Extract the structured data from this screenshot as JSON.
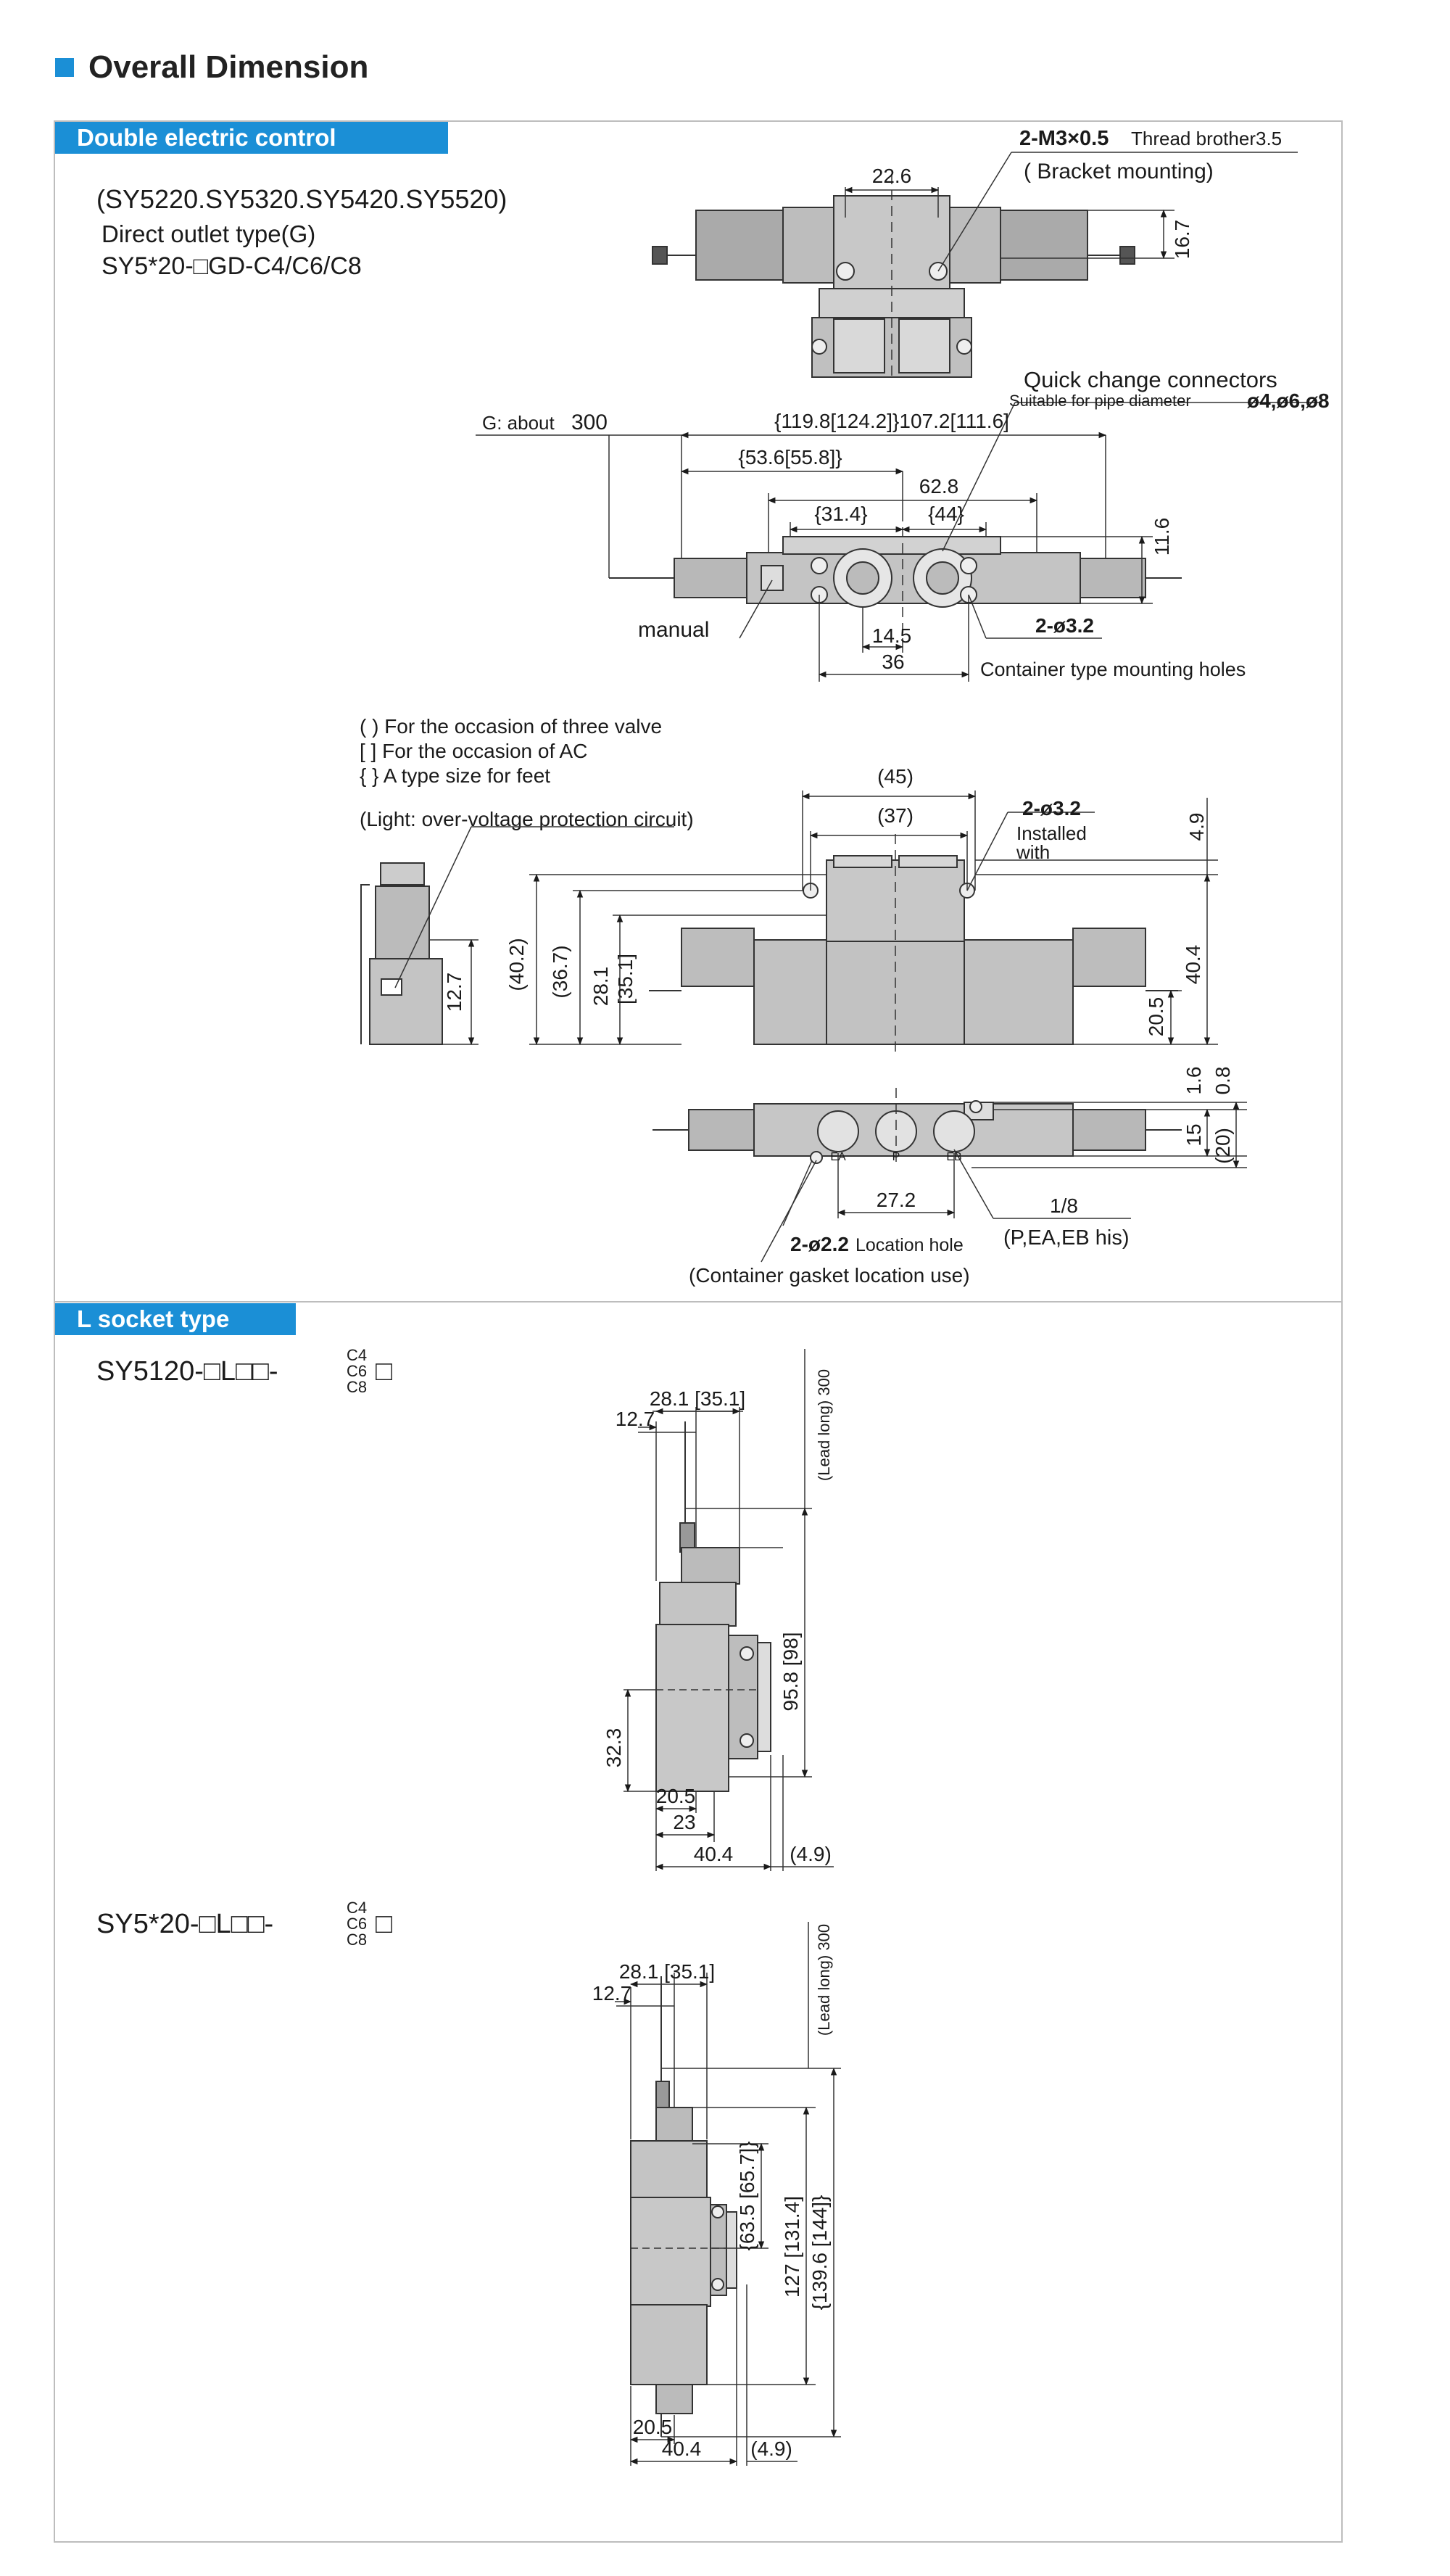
{
  "title": "Overall Dimension",
  "sections": {
    "double": {
      "label": "Double electric control",
      "models": "(SY5220.SY5320.SY5420.SY5520)",
      "type": "Direct outlet type(G)",
      "code": "SY5*20-□GD-C4/C6/C8"
    },
    "lsocket": {
      "label": "L socket type",
      "code1": "SY5120-□L□□-",
      "code2": "SY5*20-□L□□-",
      "suffix_top": "C4",
      "suffix_mid": "C6",
      "suffix_bot": "C8",
      "suffix_box": "□"
    }
  },
  "legend": {
    "round": "(   ) For the occasion of three valve",
    "square": "[   ] For the occasion of AC",
    "brace": "{   } A type size for feet",
    "light": "(Light: over-voltage protection circuit)"
  },
  "callouts": {
    "thread": "2-M3×0.5",
    "thread_note": "Thread brother3.5",
    "bracket": "( Bracket mounting)",
    "quick": "Quick change connectors",
    "pipe": "Suitable for pipe diameter",
    "pipe_sizes": "ø4,ø6,ø8",
    "g_about": "G: about",
    "g_about_val": "300",
    "manual": "manual",
    "hole_d32": "2-ø3.2",
    "container_holes": "Container type mounting holes",
    "installed": "Installed",
    "with": "with",
    "loc_hole_id": "2-ø2.2",
    "loc_hole": "Location hole",
    "gasket": "(Container gasket location use)",
    "ports": "(P,EA,EB his)",
    "thread_18": "1/8",
    "lead": "(Lead long) 300",
    "port_ea": "EA",
    "port_p": "P",
    "port_eb": "EB"
  },
  "dims_top": {
    "w226": "22.6",
    "h167": "16.7",
    "d119": "{119.8[124.2]}107.2[111.6]",
    "d536": "{53.6[55.8]}",
    "d628": "62.8",
    "d314": "{31.4}",
    "d44": "{44}",
    "d116": "11.6",
    "d145": "14.5",
    "d36": "36"
  },
  "dims_front": {
    "d45": "(45)",
    "d37": "(37)",
    "d49": "4.9",
    "d402": "(40.2)",
    "d367": "(36.7)",
    "d281": "28.1",
    "d351": "[35.1]",
    "d127": "12.7",
    "d404": "40.4",
    "d205": "20.5"
  },
  "dims_bottom": {
    "d16": "1.6",
    "d08": "0.8",
    "d15": "15",
    "d20": "(20)",
    "d272": "27.2"
  },
  "dims_l1": {
    "top": "28.1 [35.1]",
    "left": "12.7",
    "h958": "95.8 [98]",
    "h323": "32.3",
    "w205": "20.5",
    "w23": "23",
    "w404": "40.4",
    "w49": "(4.9)"
  },
  "dims_l2": {
    "top": "28.1 [35.1]",
    "left": "12.7",
    "h635": "{63.5 [65.7]}",
    "h127": "127 [131.4]",
    "h1396": "{139.6 [144]}",
    "w205": "20.5",
    "w404": "40.4",
    "w49": "(4.9)"
  }
}
